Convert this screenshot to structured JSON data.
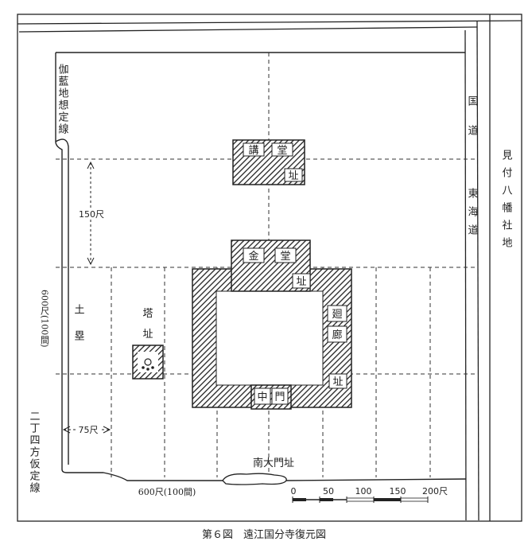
{
  "figure": {
    "caption": "第６図　遠江国分寺復元図",
    "road_label": "国道",
    "tokaido_label": "東海道",
    "shrine_label": "見付八幡社地",
    "estimated_line_label": "伽藍地想定線",
    "provisional_line_label": "二丁四方仮定線",
    "earthwork_label": "土塁",
    "side_dimension": "600尺(100間)",
    "bottom_dimension": "600尺(100間)",
    "dim_150": "150尺",
    "dim_75": "75尺",
    "kodo": [
      "講",
      "堂",
      "址"
    ],
    "kondo": [
      "金",
      "堂",
      "址"
    ],
    "kairo": [
      "廻",
      "廊",
      "址"
    ],
    "chumon": [
      "中",
      "門"
    ],
    "pagoda": [
      "塔",
      "址"
    ],
    "nandaimon": "南大門址",
    "scale": {
      "ticks": [
        "0",
        "50",
        "100",
        "150",
        "200尺"
      ]
    }
  },
  "colors": {
    "ink": "#222222",
    "paper": "#ffffff"
  }
}
